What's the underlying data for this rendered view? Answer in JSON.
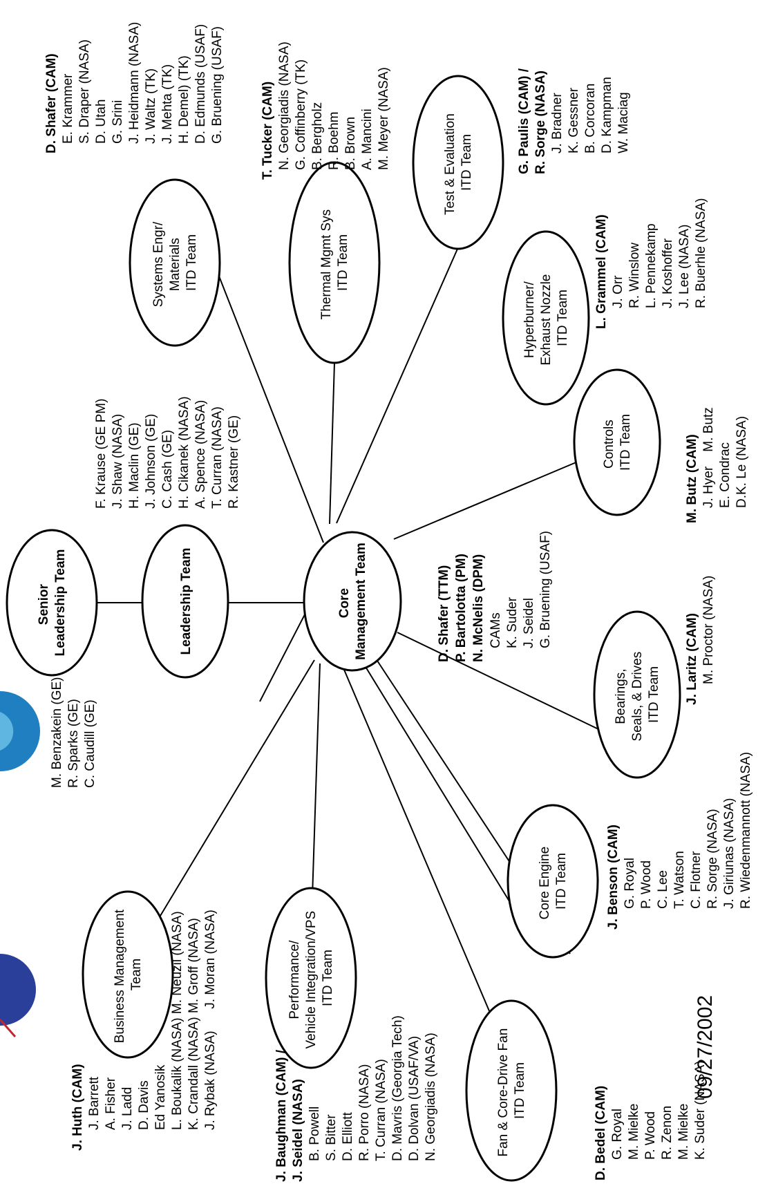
{
  "date": "09/27/2002",
  "colors": {
    "logo_blue": "#1f7fc0",
    "logo_light": "#5fb6e0",
    "ink": "#000000",
    "background": "#ffffff"
  },
  "nodes": {
    "core": {
      "line1": "Core",
      "line2": "Management Team"
    },
    "leadership": {
      "line1": "Leadership Team"
    },
    "senior": {
      "line1": "Senior",
      "line2": "Leadership Team"
    },
    "business": {
      "line1": "Business Management",
      "line2": "Team"
    },
    "performance": {
      "line1": "Performance/",
      "line2": "Vehicle Integration/VPS",
      "line3": "ITD Team"
    },
    "fan": {
      "line1": "Fan & Core-Drive Fan",
      "line2": "ITD Team"
    },
    "core_engine": {
      "line1": "Core Engine",
      "line2": "ITD Team"
    },
    "bearings": {
      "line1": "Bearings,",
      "line2": "Seals, & Drives",
      "line3": "ITD Team"
    },
    "controls": {
      "line1": "Controls",
      "line2": "ITD Team"
    },
    "hyperburner": {
      "line1": "Hyperburner/",
      "line2": "Exhaust Nozzle",
      "line3": "ITD Team"
    },
    "test": {
      "line1": "Test & Evaluation",
      "line2": "ITD Team"
    },
    "thermal": {
      "line1": "Thermal Mgmt Sys",
      "line2": "ITD Team"
    },
    "systems": {
      "line1": "Systems Engr/",
      "line2": "Materials",
      "line3": "ITD Team"
    }
  },
  "lists": {
    "senior": [
      "M. Benzakein (GE)",
      "R. Sparks (GE)",
      "C. Caudill (GE)"
    ],
    "leadership": [
      "F. Krause (GE PM)",
      "J. Shaw (NASA)",
      "H. Maclin (GE)",
      "J. Johnson (GE)",
      "C. Cash (GE)",
      "H. Cikanek (NASA)",
      "A. Spence (NASA)",
      "T. Curran (NASA)",
      "R. Kastner (GE)"
    ],
    "core_heads": [
      "D. Shafer (TTM)",
      "P. Bartolotta (PM)",
      "N. McNelis (DPM)"
    ],
    "core_members": [
      "CAMs",
      "K. Suder",
      "J. Seidel",
      "G. Bruening (USAF)"
    ],
    "systems_head": "D. Shafer (CAM)",
    "systems": [
      "E. Krammer",
      "S. Draper (NASA)",
      "D. Utah",
      "G. Srini",
      "J. Heidmann (NASA)",
      "J. Waltz (TK)",
      "J. Mehta (TK)",
      "H. Demel) (TK)",
      "D. Edmunds (USAF)",
      "G. Bruening (USAF)"
    ],
    "thermal_head": "T. Tucker (CAM)",
    "thermal": [
      "N. Georgiadis (NASA)",
      "G. Coffinberry (TK)",
      "B. Bergholz",
      "R. Boehm",
      "B. Brown",
      "A. Mancini",
      "M. Meyer (NASA)"
    ],
    "test_heads": [
      "G. Paulis (CAM) /",
      "R. Sorge (NASA)"
    ],
    "test": [
      "J. Bradner",
      "K. Gessner",
      "B. Corcoran",
      "D. Kampman",
      "W. Maciag"
    ],
    "hyper_head": "L. Grammel (CAM)",
    "hyper": [
      "J. Orr",
      "R. Winslow",
      "L. Pennekamp",
      "J. Koshoffer",
      "J. Lee (NASA)",
      "R. Buerhle (NASA)"
    ],
    "controls_head": "M. Butz (CAM)",
    "controls": [
      "J. Hyer    M. Butz",
      "E. Condrac",
      "D.K. Le (NASA)"
    ],
    "bearings_head": "J. Laritz (CAM)",
    "bearings": [
      "M. Proctor (NASA)"
    ],
    "core_engine_head": "J. Benson (CAM)",
    "core_engine": [
      "G. Royal",
      "P. Wood",
      "C. Lee",
      "T. Watson",
      "C. Flotner",
      "R. Sorge (NASA)",
      "J. Giriunas (NASA)",
      "R. Wiedenmannott (NASA)"
    ],
    "fan_head": "D. Bedel (CAM)",
    "fan": [
      "G. Royal",
      "M. Mielke",
      "P. Wood",
      "R. Zenon",
      "M. Mielke",
      "K. Suder (NASA)"
    ],
    "perf_heads": [
      "J. Baughman (CAM) /",
      "J. Seidel (NASA)"
    ],
    "perf": [
      "B. Powell",
      "S. Bitter",
      "D. Elliott",
      "R. Porro (NASA)",
      "T. Curran (NASA)",
      "D. Mavris (Georgia Tech)",
      "D. Dolvan (USAF/VA)",
      "N. Georgiadis (NASA)"
    ],
    "business_head": "J. Huth (CAM)",
    "business": [
      "J. Barrett",
      "A. Fisher",
      "J. Ladd",
      "D. Davis",
      "Ed Yanosik",
      "L. Boukalik (NASA) M. Neuzil (NASA)",
      "K. Crandall (NASA) M. Groff (NASA)",
      "J. Rybak (NASA)      J. Moran (NASA)"
    ]
  }
}
